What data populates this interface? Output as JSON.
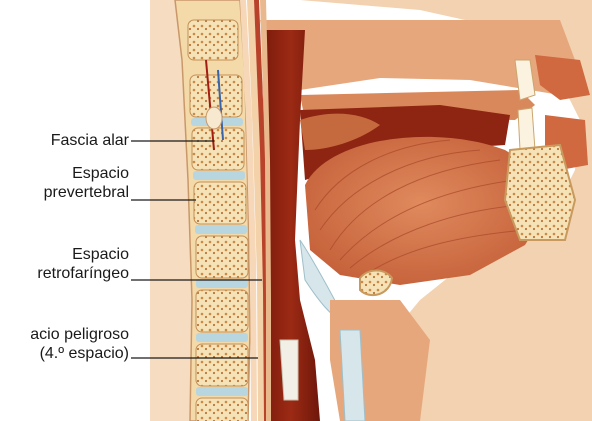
{
  "labels": {
    "fascia_alar": "Fascia alar",
    "espacio_prevertebral": [
      "Espacio",
      "prevertebral"
    ],
    "espacio_retrofaringeo": [
      "Espacio",
      "retrofaríngeo"
    ],
    "espacio_peligroso": [
      "acio peligroso",
      "(4.º espacio)"
    ]
  },
  "colors": {
    "skin": "#efc9a6",
    "muscle": "#c85f38",
    "airway": "#8a1f10",
    "bone": "#f3e0b5",
    "disc": "#b7d6e0",
    "fascia": "#e9b98d"
  }
}
